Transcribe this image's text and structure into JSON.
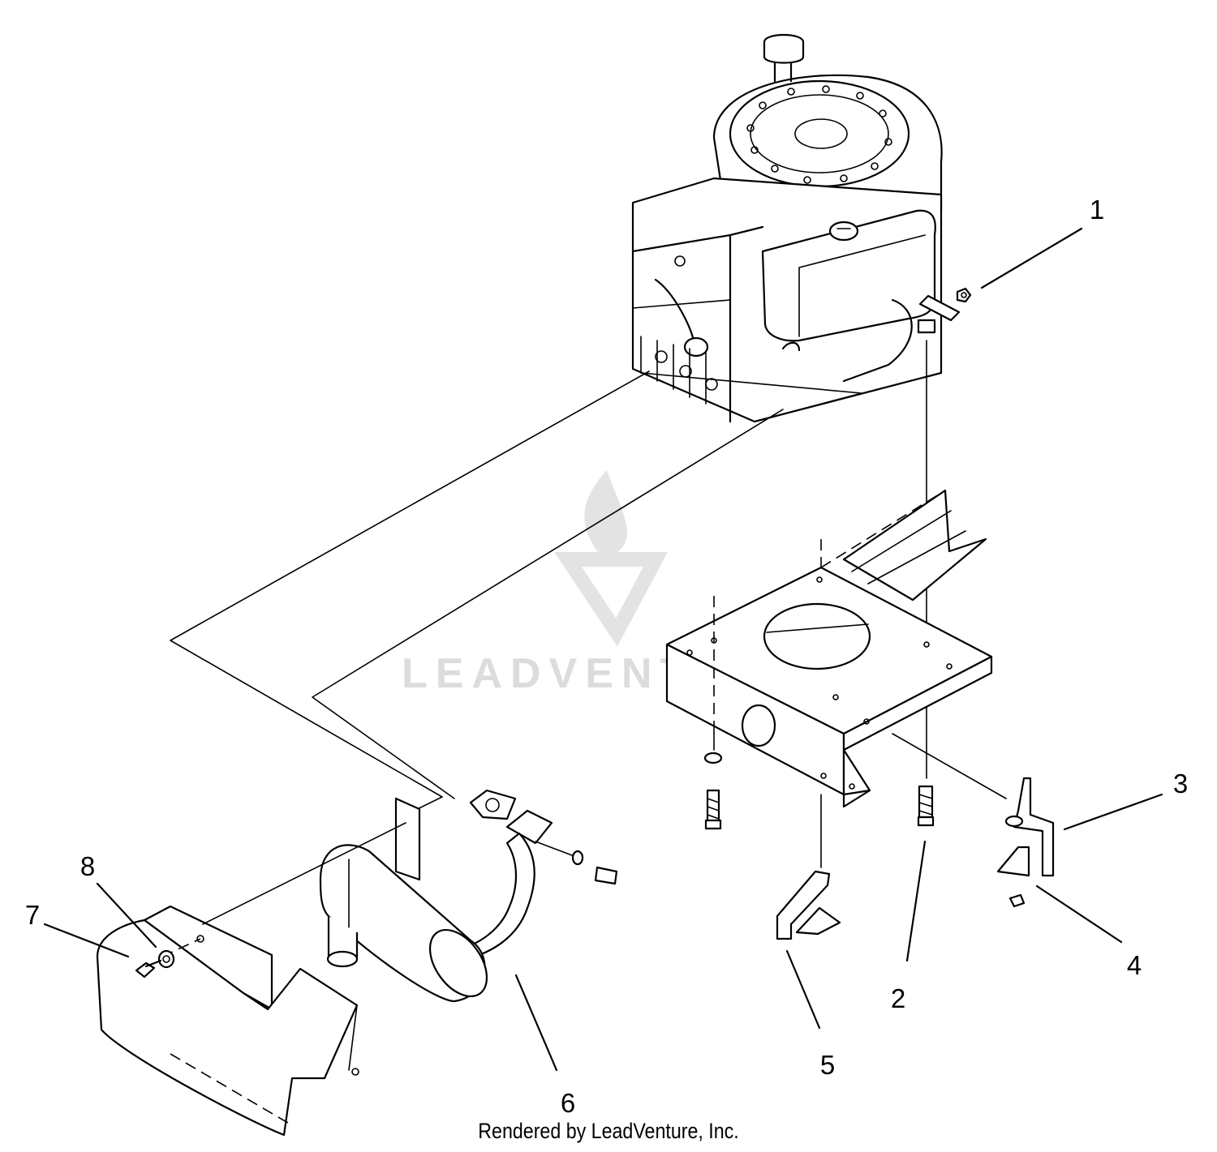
{
  "callouts": [
    {
      "id": "1",
      "label": "1"
    },
    {
      "id": "2",
      "label": "2"
    },
    {
      "id": "3",
      "label": "3"
    },
    {
      "id": "4",
      "label": "4"
    },
    {
      "id": "5",
      "label": "5"
    },
    {
      "id": "6",
      "label": "6"
    },
    {
      "id": "7",
      "label": "7"
    },
    {
      "id": "8",
      "label": "8"
    }
  ],
  "watermark": {
    "text": "LEADVENTURE"
  },
  "footer": {
    "text": "Rendered by LeadVenture, Inc."
  },
  "colors": {
    "line": "#000000",
    "background": "#ffffff",
    "watermark": "#dcdcdc"
  }
}
